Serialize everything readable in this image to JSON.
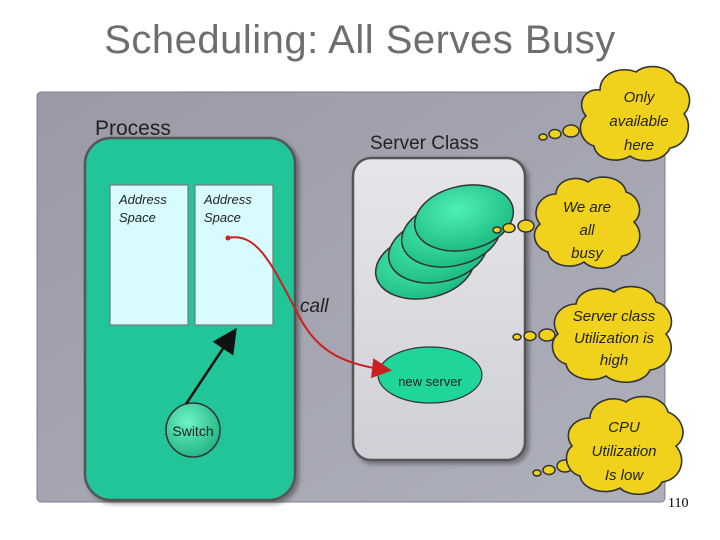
{
  "slide": {
    "title": "Scheduling: All Serves Busy",
    "page_number": "110"
  },
  "process": {
    "label": "Process",
    "address_space_1": [
      "Address",
      "Space"
    ],
    "address_space_2": [
      "Address",
      "Space"
    ],
    "switch_label": "Switch",
    "call_label": "call"
  },
  "server_class": {
    "label": "Server Class",
    "new_server_label": "new server"
  },
  "thought_bubbles": [
    {
      "lines": [
        "Only",
        "available",
        "here"
      ]
    },
    {
      "lines": [
        "We are",
        "all",
        "busy"
      ]
    },
    {
      "lines": [
        "Server class",
        "Utilization is",
        "high"
      ]
    },
    {
      "lines": [
        "CPU",
        "Utilization",
        "Is low"
      ]
    }
  ],
  "colors": {
    "process_fill": "#22c49a",
    "address_space_fill": "#d8fbff",
    "server_fill": "#1fd59a",
    "bubble_fill": "#f0d21d",
    "call_arrow": "#cc1f1f"
  }
}
